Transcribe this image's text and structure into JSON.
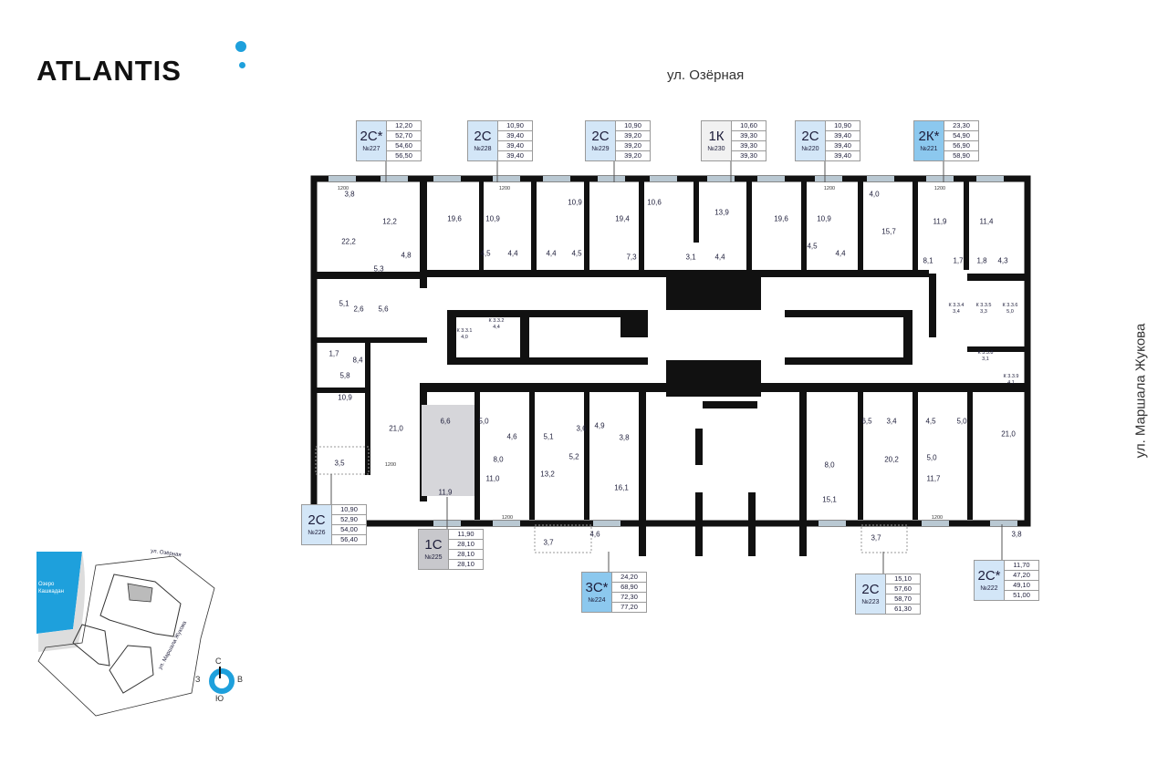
{
  "brand": {
    "logo_text": "ATLANTIS",
    "accent": "#1ea0dc"
  },
  "streets": {
    "top": "ул. Озёрная",
    "right": "ул. Маршала Жукова"
  },
  "colors": {
    "two_room": "#d3e6f7",
    "highlight": "#8cc8ee",
    "one_room_c": "#c8c8cc",
    "one_k": "#f1f1f1"
  },
  "apartments": [
    {
      "type": "2С*",
      "number": "№227",
      "areas": [
        "12,20",
        "52,70",
        "54,60",
        "56,50"
      ],
      "color": "#d3e6f7"
    },
    {
      "type": "2С",
      "number": "№228",
      "areas": [
        "10,90",
        "39,40",
        "39,40",
        "39,40"
      ],
      "color": "#d3e6f7"
    },
    {
      "type": "2С",
      "number": "№229",
      "areas": [
        "10,90",
        "39,20",
        "39,20",
        "39,20"
      ],
      "color": "#d3e6f7"
    },
    {
      "type": "1К",
      "number": "№230",
      "areas": [
        "10,60",
        "39,30",
        "39,30",
        "39,30"
      ],
      "color": "#f1f1f1"
    },
    {
      "type": "2С",
      "number": "№220",
      "areas": [
        "10,90",
        "39,40",
        "39,40",
        "39,40"
      ],
      "color": "#d3e6f7"
    },
    {
      "type": "2К*",
      "number": "№221",
      "areas": [
        "23,30",
        "54,90",
        "56,90",
        "58,90"
      ],
      "color": "#8cc8ee"
    },
    {
      "type": "2С",
      "number": "№226",
      "areas": [
        "10,90",
        "52,90",
        "54,00",
        "56,40"
      ],
      "color": "#d3e6f7"
    },
    {
      "type": "1С",
      "number": "№225",
      "areas": [
        "11,90",
        "28,10",
        "28,10",
        "28,10"
      ],
      "color": "#c8c8cc"
    },
    {
      "type": "3С*",
      "number": "№224",
      "areas": [
        "24,20",
        "68,90",
        "72,30",
        "77,20"
      ],
      "color": "#8cc8ee"
    },
    {
      "type": "2С",
      "number": "№223",
      "areas": [
        "15,10",
        "57,60",
        "58,70",
        "61,30"
      ],
      "color": "#d3e6f7"
    },
    {
      "type": "2С*",
      "number": "№222",
      "areas": [
        "11,70",
        "47,20",
        "49,10",
        "51,00"
      ],
      "color": "#d3e6f7"
    }
  ],
  "rooms": [
    "3,8",
    "12,2",
    "22,2",
    "5,3",
    "4,8",
    "19,6",
    "10,9",
    "4,5",
    "4,4",
    "10,9",
    "4,4",
    "4,5",
    "19,4",
    "10,6",
    "7,3",
    "3,1",
    "4,4",
    "13,9",
    "19,6",
    "10,9",
    "4,5",
    "4,4",
    "4,0",
    "15,7",
    "8,1",
    "11,9",
    "1,7",
    "1,8",
    "11,4",
    "4,3",
    "5,1",
    "2,6",
    "5,6",
    "1,7",
    "8,4",
    "5,8",
    "10,9",
    "21,0",
    "3,5",
    "6,6",
    "5,0",
    "11,9",
    "4,6",
    "5,1",
    "3,6",
    "4,9",
    "3,8",
    "5,2",
    "8,0",
    "11,0",
    "13,2",
    "16,1",
    "3,7",
    "4,6",
    "6,5",
    "3,4",
    "4,5",
    "5,0",
    "21,0",
    "8,0",
    "20,2",
    "5,0",
    "11,7",
    "15,1",
    "3,7",
    "3,8"
  ],
  "storage": [
    {
      "code": "К 3.3.1",
      "area": "4,0"
    },
    {
      "code": "К 3.3.2",
      "area": "4,4"
    },
    {
      "code": "К 3.3.4",
      "area": "3,4"
    },
    {
      "code": "К 3.3.5",
      "area": "3,3"
    },
    {
      "code": "К 3.3.6",
      "area": "5,0"
    },
    {
      "code": "К 3.3.8",
      "area": "3,1"
    },
    {
      "code": "К 3.3.9",
      "area": "4,1"
    }
  ],
  "window_label": "1200",
  "minimap": {
    "lake": "Озеро Кашкадан",
    "street_top": "ул. Озёрная",
    "street_right": "ул. Маршала Жукова"
  },
  "compass": {
    "n": "С",
    "s": "Ю",
    "w": "З",
    "e": "В"
  }
}
